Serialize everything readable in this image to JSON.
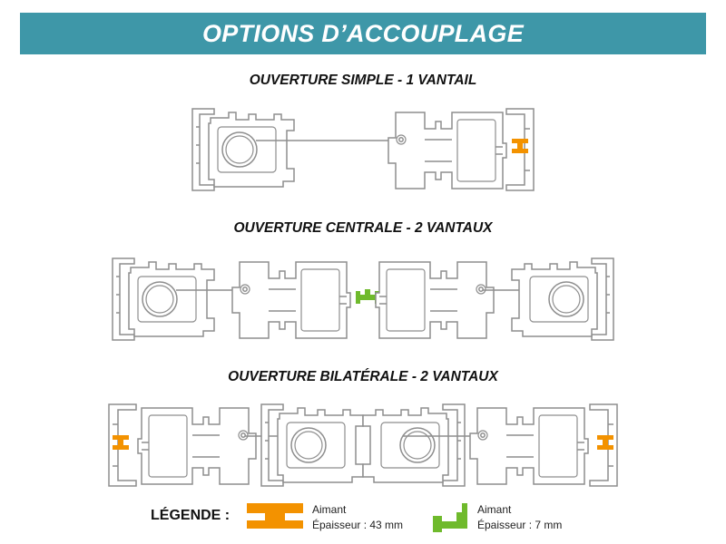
{
  "header": {
    "title": "OPTIONS D’ACCOUPLAGE"
  },
  "sections": [
    {
      "title": "OUVERTURE SIMPLE - 1 VANTAIL"
    },
    {
      "title": "OUVERTURE CENTRALE - 2 VANTAUX"
    },
    {
      "title": "OUVERTURE BILATÉRALE - 2 VANTAUX"
    }
  ],
  "legend": {
    "label": "LÉGENDE :",
    "items": [
      {
        "name": "Aimant",
        "detail": "Épaisseur : 43 mm",
        "color": "#f39200"
      },
      {
        "name": "Aimant",
        "detail": "Épaisseur : 7 mm",
        "color": "#6fba2c"
      }
    ]
  },
  "colors": {
    "banner": "#3e97a8",
    "profile_stroke": "#8e8e8e"
  }
}
